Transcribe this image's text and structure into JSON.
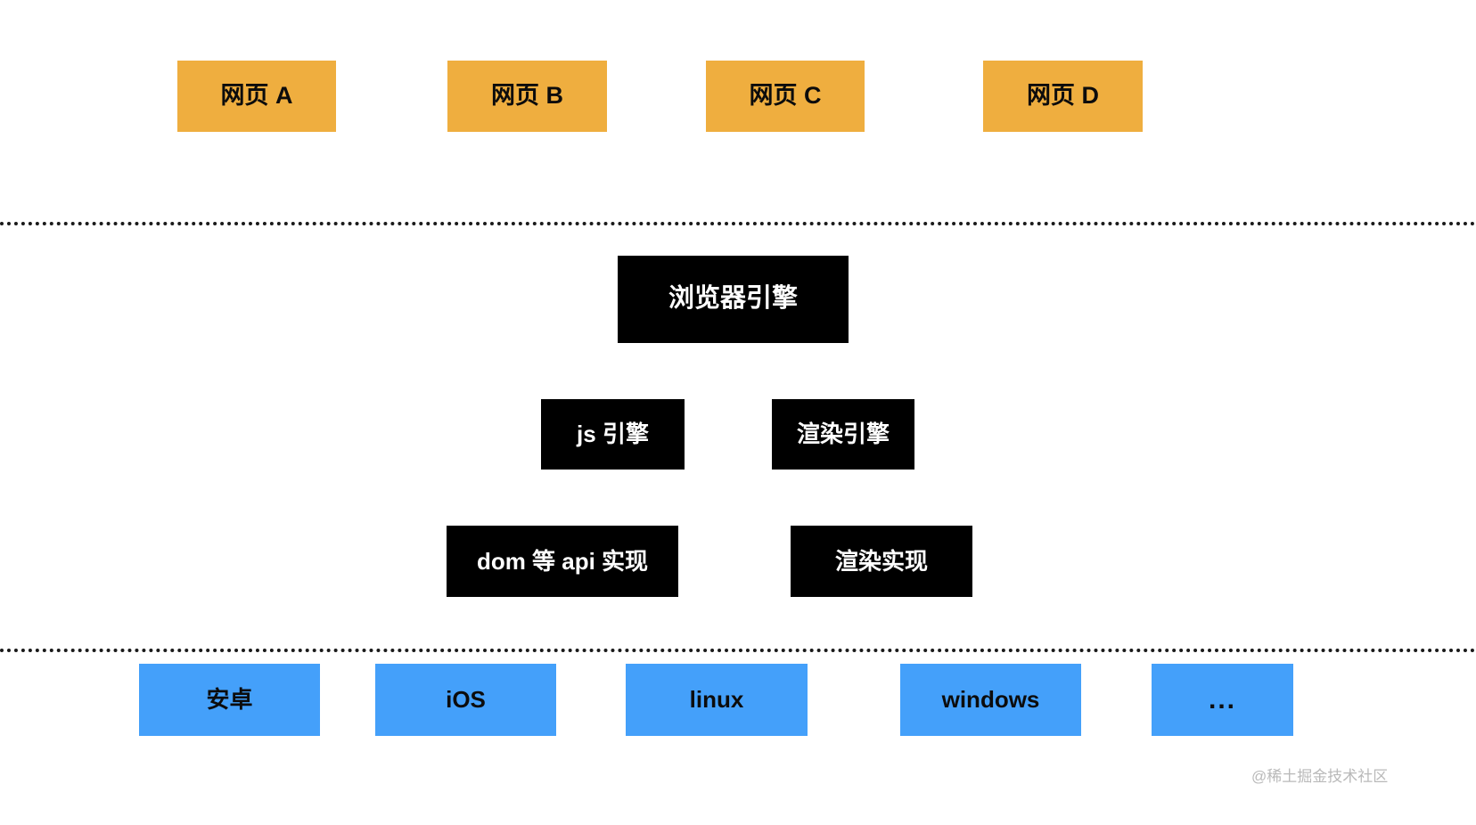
{
  "diagram": {
    "title": "browser-architecture-layers",
    "background": "#ffffff",
    "colors": {
      "web_page": "#efae3f",
      "engine": "#000000",
      "engine_text": "#ffffff",
      "os": "#44a0fa",
      "divider": "#1a1a1a",
      "watermark": "#b9b9b9"
    },
    "layers": {
      "web_pages": {
        "items": [
          {
            "label": "网页 A"
          },
          {
            "label": "网页 B"
          },
          {
            "label": "网页 C"
          },
          {
            "label": "网页 D"
          }
        ]
      },
      "browser_engine": {
        "label": "浏览器引擎"
      },
      "engines": {
        "items": [
          {
            "label": "js 引擎"
          },
          {
            "label": "渲染引擎"
          }
        ]
      },
      "implementations": {
        "items": [
          {
            "label": "dom 等 api 实现"
          },
          {
            "label": "渲染实现"
          }
        ]
      },
      "operating_systems": {
        "items": [
          {
            "label": "安卓"
          },
          {
            "label": "iOS"
          },
          {
            "label": "linux"
          },
          {
            "label": "windows"
          },
          {
            "label": "..."
          }
        ]
      }
    },
    "watermark": "@稀土掘金技术社区"
  }
}
